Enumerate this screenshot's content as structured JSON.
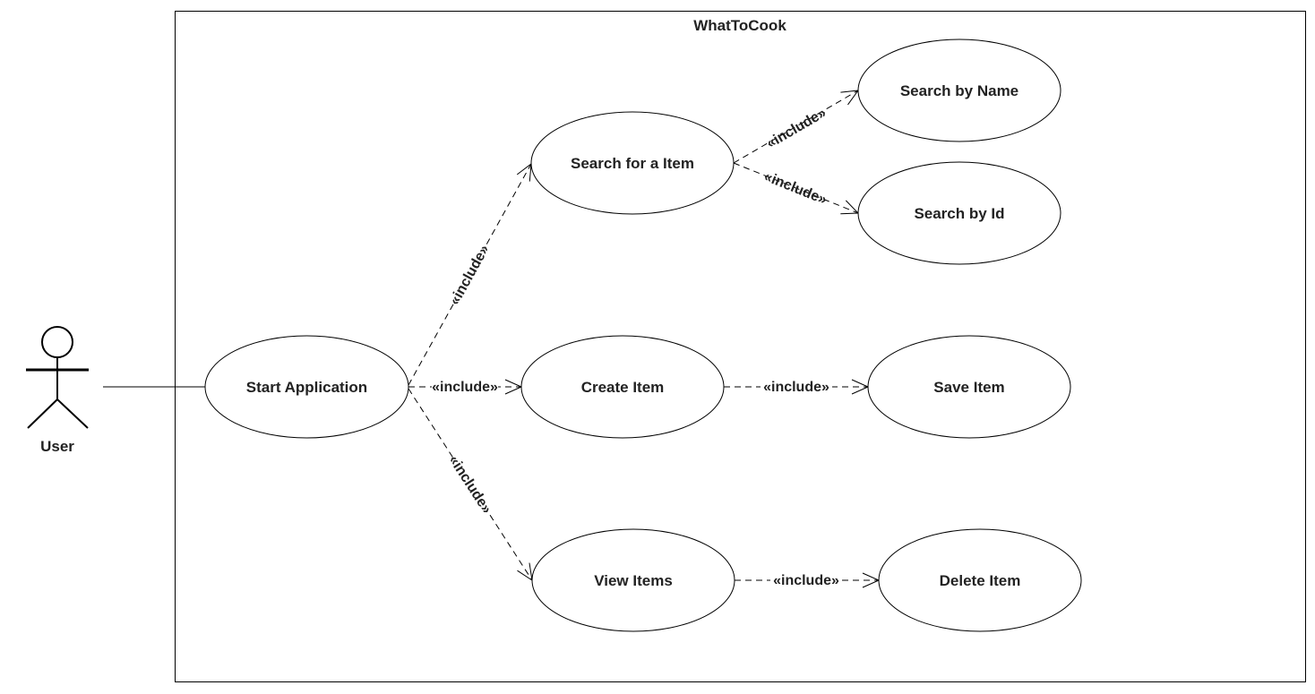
{
  "system": {
    "title": "WhatToCook"
  },
  "actor": {
    "label": "User"
  },
  "use_cases": {
    "start_application": "Start Application",
    "search_item": "Search for a Item",
    "search_by_name": "Search by Name",
    "search_by_id": "Search by Id",
    "create_item": "Create Item",
    "save_item": "Save Item",
    "view_items": "View Items",
    "delete_item": "Delete Item"
  },
  "relations": {
    "include_label": "«include»"
  },
  "colors": {
    "stroke": "#000000",
    "text": "#222222",
    "background": "#ffffff"
  }
}
